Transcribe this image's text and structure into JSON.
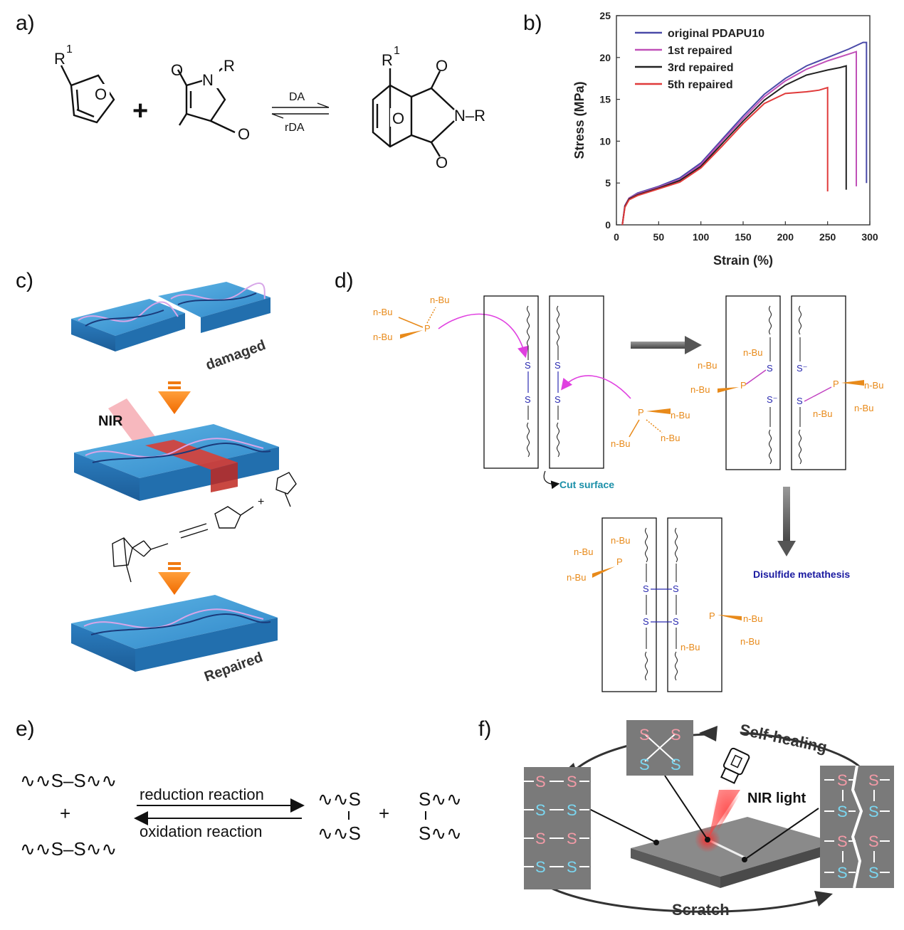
{
  "panels": {
    "a": {
      "label": "a)",
      "r1_left": "R",
      "sup_left": "1",
      "furan_o": "O",
      "plus": "+",
      "mal_o_top": "O",
      "mal_o_bottom": "O",
      "mal_n": "N",
      "mal_r": "R",
      "forward": "DA",
      "reverse": "rDA",
      "prod_r1": "R",
      "prod_sup": "1",
      "prod_bridge_o": "O",
      "prod_o_top": "O",
      "prod_o_bottom": "O",
      "prod_nr": "N–R"
    },
    "b": {
      "label": "b)"
    },
    "c": {
      "label": "c)",
      "damaged": "damaged",
      "nir": "NIR",
      "repaired": "Repaired"
    },
    "d": {
      "label": "d)",
      "nbu": "n-Bu",
      "p": "P",
      "s": "S",
      "s_minus": "S⁻",
      "cut_surface": "Cut surface",
      "disulfide": "Disulfide metathesis"
    },
    "e": {
      "label": "e)",
      "left_top": "∿∿S–S∿∿",
      "plus": "+",
      "left_bottom": "∿∿S–S∿∿",
      "reduction": "reduction reaction",
      "oxidation": "oxidation reaction",
      "right_s1": "∿∿S",
      "right_s2": "∿∿S",
      "right_s3": "S∿∿",
      "right_s4": "S∿∿",
      "right_plus": "+"
    },
    "f": {
      "label": "f)",
      "self_healing": "Self-healing",
      "nir_light": "NIR light",
      "scratch": "Scratch",
      "s": "S"
    }
  },
  "chart_data": {
    "type": "line",
    "title": "",
    "xlabel": "Strain (%)",
    "ylabel": "Stress (MPa)",
    "xlim": [
      0,
      300
    ],
    "ylim": [
      0,
      25
    ],
    "xticks": [
      "0",
      "50",
      "100",
      "150",
      "200",
      "250",
      "300"
    ],
    "yticks": [
      "0",
      "5",
      "10",
      "15",
      "20",
      "25"
    ],
    "legend_position": "top-left",
    "grid": false,
    "series": [
      {
        "name": "original PDAPU10",
        "color": "#4a4aa8",
        "x": [
          7,
          10,
          15,
          25,
          50,
          75,
          100,
          125,
          150,
          175,
          200,
          225,
          250,
          275,
          292,
          296,
          296
        ],
        "y": [
          0,
          2.3,
          3.2,
          3.8,
          4.6,
          5.6,
          7.4,
          10.2,
          13.0,
          15.6,
          17.5,
          19.0,
          20.0,
          21.0,
          21.8,
          21.8,
          5.0
        ]
      },
      {
        "name": "1st repaired",
        "color": "#c050b8",
        "x": [
          7,
          10,
          15,
          25,
          50,
          75,
          100,
          125,
          150,
          175,
          200,
          225,
          250,
          275,
          284,
          284
        ],
        "y": [
          0,
          2.3,
          3.2,
          3.7,
          4.5,
          5.4,
          7.2,
          10.0,
          12.7,
          15.3,
          17.2,
          18.6,
          19.6,
          20.4,
          20.7,
          4.6
        ]
      },
      {
        "name": "3rd repaired",
        "color": "#222222",
        "x": [
          7,
          10,
          15,
          25,
          50,
          75,
          100,
          125,
          150,
          175,
          200,
          225,
          250,
          265,
          272,
          272
        ],
        "y": [
          0,
          2.2,
          3.1,
          3.6,
          4.4,
          5.3,
          7.0,
          9.7,
          12.4,
          14.9,
          16.7,
          17.9,
          18.5,
          18.8,
          19.0,
          4.2
        ]
      },
      {
        "name": "5th repaired",
        "color": "#e03a3a",
        "x": [
          7,
          10,
          15,
          25,
          50,
          75,
          100,
          125,
          150,
          175,
          200,
          225,
          240,
          250,
          250
        ],
        "y": [
          0,
          2.1,
          3.0,
          3.5,
          4.3,
          5.1,
          6.8,
          9.4,
          12.1,
          14.5,
          15.7,
          15.9,
          16.1,
          16.4,
          4.0
        ]
      }
    ]
  }
}
